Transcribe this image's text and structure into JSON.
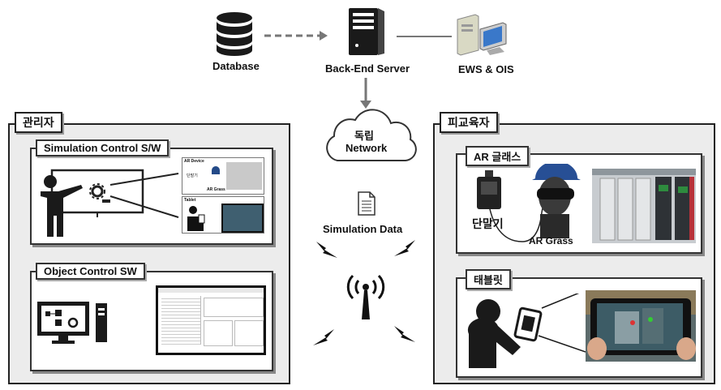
{
  "nodes": {
    "database": "Database",
    "backend": "Back-End Server",
    "ews": "EWS & OIS",
    "network_line1": "독립",
    "network_line2": "Network",
    "simulation_data": "Simulation Data"
  },
  "admin": {
    "title": "관리자",
    "sim_control": "Simulation Control S/W",
    "sim_mini_ar": "AR Device",
    "sim_mini_terminal": "단말기",
    "sim_mini_grass": "AR Grass",
    "sim_mini_tablet": "Tablet",
    "object_control": "Object Control SW"
  },
  "trainee": {
    "title": "피교육자",
    "ar_glass": "AR 글래스",
    "terminal": "단말기",
    "ar_grass": "AR Grass",
    "tablet": "태블릿"
  }
}
